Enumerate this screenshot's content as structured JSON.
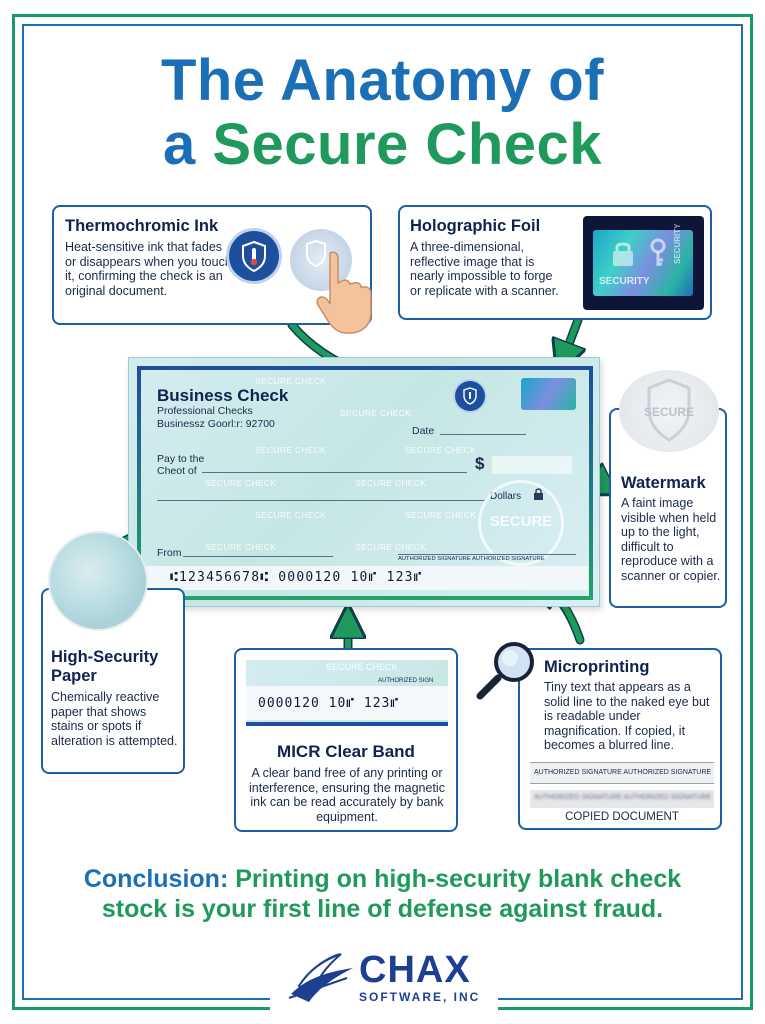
{
  "title": {
    "line1": "The Anatomy of",
    "line2_prefix": "a ",
    "line2_highlight": "Secure Check"
  },
  "features": {
    "thermochromic": {
      "heading": "Thermochromic Ink",
      "body": "Heat-sensitive ink that fades or disappears when you touch it, confirming the check is an original document."
    },
    "holographic": {
      "heading": "Holographic Foil",
      "body": "A three-dimensional, reflective image that is nearly impossible to forge or replicate with a scanner.",
      "label_left": "SECURITY",
      "label_right": "SECURITY"
    },
    "watermark": {
      "heading": "Watermark",
      "body": "A faint image visible when held up to the light, difficult to reproduce with a scanner or copier.",
      "seal_text": "SECURE"
    },
    "paper": {
      "heading": "High-Security Paper",
      "body": "Chemically reactive paper that shows stains or spots if alteration is attempted."
    },
    "micr": {
      "heading": "MICR Clear Band",
      "body": "A clear band free of any printing or interference, ensuring the magnetic ink can be read accurately by bank equipment.",
      "sample_watermark": "SECURE CHECK",
      "sample_signature": "AUTHORIZED SIGN",
      "sample_numbers": "0000120 10⑈ 123⑈"
    },
    "microprinting": {
      "heading": "Microprinting",
      "body": "Tiny text that appears as a solid line to the naked eye but is readable under magnification. If copied, it becomes a blurred line.",
      "sample_clear": "AUTHORIZED SIGNATURE AUTHORIZED SIGNATURE",
      "sample_blur": "AUTHORIZED SIGNATURE AUTHORIZED SIGNATURE",
      "copied_label": "COPIED DOCUMENT"
    }
  },
  "check": {
    "title": "Business Check",
    "line1": "Professional Checks",
    "line2": "Businessz Goorl:r: 92700",
    "date_label": "Date",
    "pay_label": "Pay to the\nCheot of",
    "dollar_sign": "$",
    "dollars_label": "Dollars",
    "from_label": "From",
    "signature_label": "AUTHORIZED SIGNATURE AUTHORIZED SIGNATURE",
    "micr_line": "⑆123456678⑆ 0000120 10⑈ 123⑈",
    "watermark_text": "SECURE CHECK",
    "seal_text": "SECURE"
  },
  "conclusion": {
    "label": "Conclusion:",
    "text_line1": " Printing on high-security blank check",
    "text_line2": "stock is your first line of defense against fraud."
  },
  "logo": {
    "name": "CHAX",
    "sub": "SOFTWARE, INC"
  },
  "colors": {
    "blue": "#1b6fb6",
    "green": "#1f9a5c",
    "navy": "#0f2250",
    "border_blue": "#1b5fa6"
  }
}
